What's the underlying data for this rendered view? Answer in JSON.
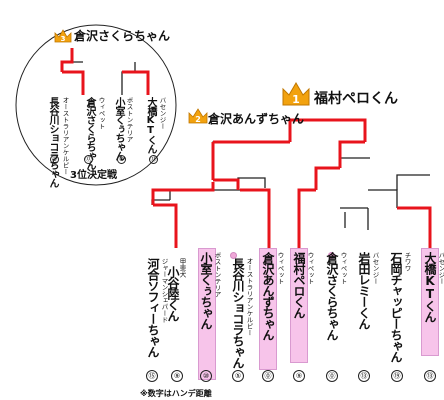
{
  "champion": {
    "rank": "1",
    "name": "福村ペロくん"
  },
  "runner_up": {
    "rank": "2",
    "name": "倉沢あんずちゃん"
  },
  "third_place": {
    "rank": "3",
    "name": "倉沢さくらちゃん",
    "match_label": "3位決定戦"
  },
  "note": "※数字はハンデ距離",
  "players": [
    {
      "breed": "ジャーマンシェパード",
      "name": "河合ソフィーちゃん",
      "handicap": "⑮"
    },
    {
      "breed": "甲斐犬",
      "name": "小谷陸くん",
      "handicap": "⑨"
    },
    {
      "breed": "ボストンテリア",
      "name": "小室くぅちゃん",
      "handicap": "⑩"
    },
    {
      "breed": "オーストラリアンケルピー",
      "name": "長谷川ショコラちゃん",
      "handicap": "⑤"
    },
    {
      "breed": "ウィペット",
      "name": "倉沢あんずちゃん",
      "handicap": "⓪"
    },
    {
      "breed": "ウィペット",
      "name": "福村ペロくん",
      "handicap": "⑨"
    },
    {
      "breed": "ウィペット",
      "name": "倉沢さくらちゃん",
      "handicap": "⓪"
    },
    {
      "breed": "バセンジー",
      "name": "岩田レミーくん",
      "handicap": "⑬"
    },
    {
      "breed": "チワワ",
      "name": "石岡チャッピーちゃん",
      "handicap": "⑲"
    },
    {
      "breed": "バセンジー",
      "name": "大橋KTくん",
      "handicap": "⑬"
    }
  ],
  "third_place_players": [
    {
      "breed": "オーストラリアンケルピー",
      "name": "長谷川ショコラちゃん",
      "handicap": "⑤"
    },
    {
      "breed": "ウィペット",
      "name": "倉沢さくらちゃん",
      "handicap": "⓪"
    },
    {
      "breed": "ボストンテリア",
      "name": "小室くぅちゃん",
      "handicap": "⑩"
    },
    {
      "breed": "バセンジー",
      "name": "大橋KTくん",
      "handicap": "⑬"
    }
  ],
  "colors": {
    "win_line": "#e8141c",
    "line": "#222222",
    "highlight": "#f7c4ea",
    "crown": "#f2a20f"
  }
}
